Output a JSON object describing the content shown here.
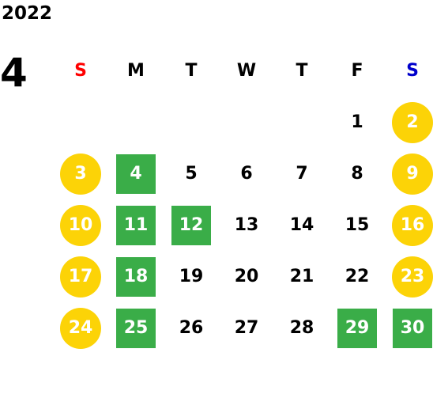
{
  "year": "2022",
  "month": "4",
  "colors": {
    "sunday_label": "#ff0000",
    "saturday_label": "#0000cc",
    "weekend_circle": "#fcd307",
    "highlight_square": "#3aad48"
  },
  "weekdays": [
    "S",
    "M",
    "T",
    "W",
    "T",
    "F",
    "S"
  ],
  "weeks": [
    [
      {
        "day": "",
        "style": "none"
      },
      {
        "day": "",
        "style": "none"
      },
      {
        "day": "",
        "style": "none"
      },
      {
        "day": "",
        "style": "none"
      },
      {
        "day": "",
        "style": "none"
      },
      {
        "day": "1",
        "style": "plain"
      },
      {
        "day": "2",
        "style": "weekend"
      }
    ],
    [
      {
        "day": "3",
        "style": "weekend"
      },
      {
        "day": "4",
        "style": "special"
      },
      {
        "day": "5",
        "style": "plain"
      },
      {
        "day": "6",
        "style": "plain"
      },
      {
        "day": "7",
        "style": "plain"
      },
      {
        "day": "8",
        "style": "plain"
      },
      {
        "day": "9",
        "style": "weekend"
      }
    ],
    [
      {
        "day": "10",
        "style": "weekend"
      },
      {
        "day": "11",
        "style": "special"
      },
      {
        "day": "12",
        "style": "special"
      },
      {
        "day": "13",
        "style": "plain"
      },
      {
        "day": "14",
        "style": "plain"
      },
      {
        "day": "15",
        "style": "plain"
      },
      {
        "day": "16",
        "style": "weekend"
      }
    ],
    [
      {
        "day": "17",
        "style": "weekend"
      },
      {
        "day": "18",
        "style": "special"
      },
      {
        "day": "19",
        "style": "plain"
      },
      {
        "day": "20",
        "style": "plain"
      },
      {
        "day": "21",
        "style": "plain"
      },
      {
        "day": "22",
        "style": "plain"
      },
      {
        "day": "23",
        "style": "weekend"
      }
    ],
    [
      {
        "day": "24",
        "style": "weekend"
      },
      {
        "day": "25",
        "style": "special"
      },
      {
        "day": "26",
        "style": "plain"
      },
      {
        "day": "27",
        "style": "plain"
      },
      {
        "day": "28",
        "style": "plain"
      },
      {
        "day": "29",
        "style": "special"
      },
      {
        "day": "30",
        "style": "special"
      }
    ]
  ]
}
